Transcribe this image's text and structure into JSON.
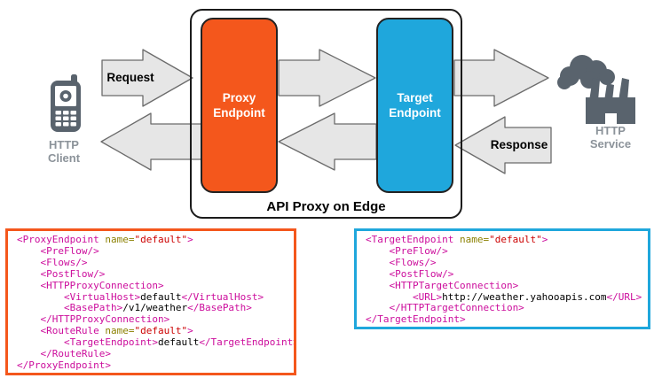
{
  "colors": {
    "proxy_orange": "#F4571C",
    "target_blue": "#1FA7DC",
    "arrow_fill": "#E6E6E6",
    "arrow_stroke": "#6B6B6B",
    "icon_gray": "#59636D",
    "icon_label_gray": "#8C939A",
    "code_tag": "#CC0D9C",
    "code_attr": "#8B8000",
    "code_string": "#CC0000",
    "code_text": "#000000"
  },
  "diagram": {
    "container_label": "API Proxy on Edge",
    "proxy_box": {
      "line1": "Proxy",
      "line2": "Endpoint"
    },
    "target_box": {
      "line1": "Target",
      "line2": "Endpoint"
    },
    "request_label": "Request",
    "response_label": "Response",
    "client_label": {
      "line1": "HTTP",
      "line2": "Client"
    },
    "service_label": {
      "line1": "HTTP",
      "line2": "Service"
    }
  },
  "code_blocks": {
    "proxy": {
      "lines": [
        [
          {
            "c": "g",
            "t": "<ProxyEndpoint "
          },
          {
            "c": "a",
            "t": "name="
          },
          {
            "c": "s",
            "t": "\"default\""
          },
          {
            "c": "g",
            "t": ">"
          }
        ],
        [
          {
            "c": "g",
            "t": "    <PreFlow/>"
          }
        ],
        [
          {
            "c": "g",
            "t": "    <Flows/>"
          }
        ],
        [
          {
            "c": "g",
            "t": "    <PostFlow/>"
          }
        ],
        [
          {
            "c": "g",
            "t": "    <HTTPProxyConnection>"
          }
        ],
        [
          {
            "c": "g",
            "t": "        <VirtualHost>"
          },
          {
            "c": "t",
            "t": "default"
          },
          {
            "c": "g",
            "t": "</VirtualHost>"
          }
        ],
        [
          {
            "c": "g",
            "t": "        <BasePath>"
          },
          {
            "c": "t",
            "t": "/v1/weather"
          },
          {
            "c": "g",
            "t": "</BasePath>"
          }
        ],
        [
          {
            "c": "g",
            "t": "    </HTTPProxyConnection>"
          }
        ],
        [
          {
            "c": "g",
            "t": "    <RouteRule "
          },
          {
            "c": "a",
            "t": "name="
          },
          {
            "c": "s",
            "t": "\"default\""
          },
          {
            "c": "g",
            "t": ">"
          }
        ],
        [
          {
            "c": "g",
            "t": "        <TargetEndpoint>"
          },
          {
            "c": "t",
            "t": "default"
          },
          {
            "c": "g",
            "t": "</TargetEndpoint>"
          }
        ],
        [
          {
            "c": "g",
            "t": "    </RouteRule>"
          }
        ],
        [
          {
            "c": "g",
            "t": "</ProxyEndpoint>"
          }
        ]
      ]
    },
    "target": {
      "lines": [
        [
          {
            "c": "g",
            "t": "<TargetEndpoint "
          },
          {
            "c": "a",
            "t": "name="
          },
          {
            "c": "s",
            "t": "\"default\""
          },
          {
            "c": "g",
            "t": ">"
          }
        ],
        [
          {
            "c": "g",
            "t": "    <PreFlow/>"
          }
        ],
        [
          {
            "c": "g",
            "t": "    <Flows/>"
          }
        ],
        [
          {
            "c": "g",
            "t": "    <PostFlow/>"
          }
        ],
        [
          {
            "c": "g",
            "t": "    <HTTPTargetConnection>"
          }
        ],
        [
          {
            "c": "g",
            "t": "        <URL>"
          },
          {
            "c": "t",
            "t": "http://weather.yahooapis.com"
          },
          {
            "c": "g",
            "t": "</URL>"
          }
        ],
        [
          {
            "c": "g",
            "t": "    </HTTPTargetConnection>"
          }
        ],
        [
          {
            "c": "g",
            "t": "</TargetEndpoint>"
          }
        ]
      ]
    }
  }
}
